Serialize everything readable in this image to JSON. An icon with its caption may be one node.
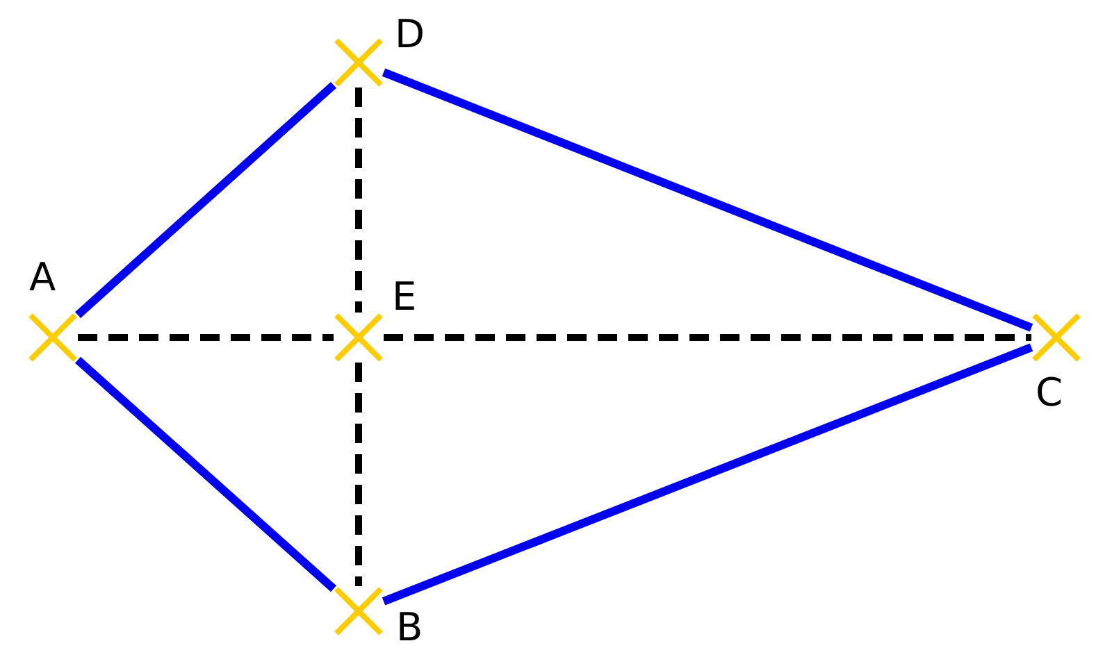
{
  "diagram": {
    "nodes": [
      {
        "text": [
          "A"
        ]
      },
      {
        "text": [
          "D"
        ]
      },
      {
        "text": [
          "E"
        ]
      },
      {
        "text": [
          "C"
        ]
      },
      {
        "text": [
          "B"
        ]
      }
    ],
    "edges": [
      {
        "from": 0,
        "to": 1,
        "arrow": "none"
      },
      {
        "from": 1,
        "to": 3,
        "arrow": "none"
      },
      {
        "from": 3,
        "to": 4,
        "arrow": "none"
      },
      {
        "from": 4,
        "to": 0,
        "arrow": "none"
      },
      {
        "from": 0,
        "to": 2,
        "arrow": "none",
        "style": "dashed",
        "color": "#000000"
      },
      {
        "from": 2,
        "to": 3,
        "arrow": "none",
        "style": "dashed",
        "color": "#000000"
      },
      {
        "from": 1,
        "to": 2,
        "arrow": "none",
        "style": "dashed",
        "color": "#000000"
      },
      {
        "from": 2,
        "to": 4,
        "arrow": "none",
        "style": "dashed",
        "color": "#000000"
      }
    ]
  }
}
